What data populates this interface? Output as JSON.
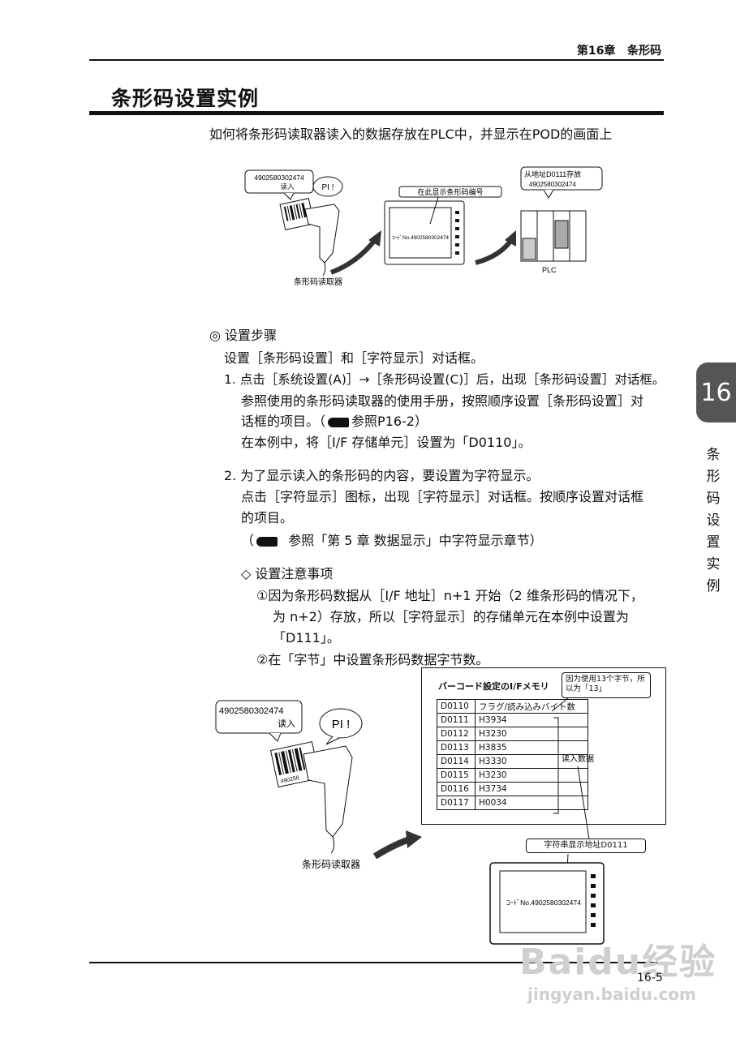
{
  "header": {
    "chapter": "第16章",
    "chapter_title": "条形码"
  },
  "title": "条形码设置实例",
  "intro": "如何将条形码读取器读入的数据存放在PLC中，并显示在POD的画面上",
  "diagram1": {
    "bubble_read_code": "4902580302474",
    "bubble_read_label": "读入",
    "beep": "PI !",
    "reader_label": "条形码读取器",
    "screen_note": "在此显示条形码编号",
    "screen_text": "ｺｰﾄﾞNo.4902580302474",
    "plc_note_line1": "从地址D0111存放",
    "plc_note_line2": "4902580302474",
    "plc_label": "PLC"
  },
  "steps": {
    "heading": "◎ 设置步骤",
    "subheading": "设置［条形码设置］和［字符显示］对话框。",
    "step1_line1": "1. 点击［系统设置(A)］→［条形码设置(C)］后，出现［条形码设置］对话框。",
    "step1_line2": "参照使用的条形码读取器的使用手册，按照顺序设置［条形码设置］对",
    "step1_line3a": "话框的项目。（",
    "step1_line3b": "参照P16-2）",
    "step1_line4": "在本例中，将［I/F 存储单元］设置为「D0110」。",
    "step2_line1": "2. 为了显示读入的条形码的内容，要设置为字符显示。",
    "step2_line2": "点击［字符显示］图标，出现［字符显示］对话框。按顺序设置对话框",
    "step2_line3": "的项目。",
    "step2_line4a": "（",
    "step2_line4b": "参照「第 5 章   数据显示」中字符显示章节）",
    "notes_heading": "◇ 设置注意事项",
    "note1_line1": "①因为条形码数据从［I/F 地址］n+1 开始（2 维条形码的情况下，",
    "note1_line2": "为 n+2）存放，所以［字符显示］的存储单元在本例中设置为",
    "note1_line3": "「D111」。",
    "note2": "②在「字节」中设置条形码数据字节数。"
  },
  "diagram2": {
    "bubble_read_code": "4902580302474",
    "bubble_read_label": "读入",
    "beep": "PI !",
    "reader_label": "条形码读取器",
    "panel_title": "バーコード設定のI/Fメモリ",
    "callout_13_line1": "因为使用13个字节，所",
    "callout_13_line2": "以为「13」",
    "read_data_label": "读入数据",
    "display_addr_note": "字符串显示地址D0111",
    "screen_text": "ｺｰﾄﾞNo.4902580302474",
    "table": [
      [
        "D0110",
        "フラグ/読み込みバイト数"
      ],
      [
        "D0111",
        "H3934"
      ],
      [
        "D0112",
        "H3230"
      ],
      [
        "D0113",
        "H3835"
      ],
      [
        "D0114",
        "H3330"
      ],
      [
        "D0115",
        "H3230"
      ],
      [
        "D0116",
        "H3734"
      ],
      [
        "D0117",
        "H0034"
      ]
    ]
  },
  "side_tab": {
    "number": "16",
    "chars": [
      "条",
      "形",
      "码",
      "设",
      "置",
      "实",
      "例"
    ]
  },
  "footer": {
    "page": "16-5"
  },
  "watermark": {
    "brand": "Baidu经验",
    "url": "jingyan.baidu.com"
  }
}
